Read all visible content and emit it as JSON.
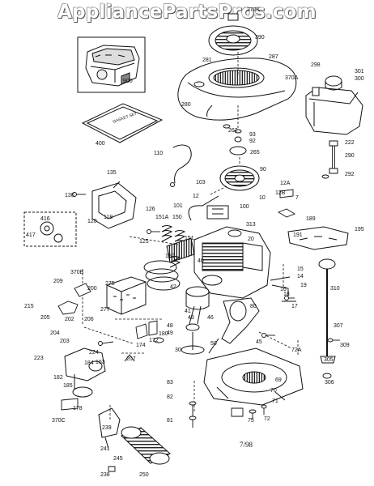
{
  "watermark": "AppliancePartsPros.com",
  "date_code": "7/98",
  "gasket_box_text": "GASKET SET",
  "colors": {
    "ink": "#111111",
    "paper": "#ffffff"
  },
  "parts": [
    {
      "id": "p370K",
      "label": "370K"
    },
    {
      "id": "p390",
      "label": "390"
    },
    {
      "id": "p281",
      "label": "281"
    },
    {
      "id": "p287",
      "label": "287"
    },
    {
      "id": "p370A",
      "label": "370A"
    },
    {
      "id": "p280",
      "label": "280"
    },
    {
      "id": "p298",
      "label": "298"
    },
    {
      "id": "p301",
      "label": "301"
    },
    {
      "id": "p300",
      "label": "300"
    },
    {
      "id": "p900",
      "label": "900"
    },
    {
      "id": "p400",
      "label": "400"
    },
    {
      "id": "p262",
      "label": "262"
    },
    {
      "id": "p93",
      "label": "93"
    },
    {
      "id": "p92",
      "label": "92"
    },
    {
      "id": "p265",
      "label": "265"
    },
    {
      "id": "p222",
      "label": "222"
    },
    {
      "id": "p290",
      "label": "290"
    },
    {
      "id": "p292",
      "label": "292"
    },
    {
      "id": "p110",
      "label": "110"
    },
    {
      "id": "p90",
      "label": "90"
    },
    {
      "id": "p135",
      "label": "135"
    },
    {
      "id": "p103",
      "label": "103"
    },
    {
      "id": "p12A",
      "label": "12A"
    },
    {
      "id": "p12B",
      "label": "12B"
    },
    {
      "id": "p7",
      "label": "7"
    },
    {
      "id": "p130",
      "label": "130"
    },
    {
      "id": "p12",
      "label": "12"
    },
    {
      "id": "p10",
      "label": "10"
    },
    {
      "id": "p101",
      "label": "101"
    },
    {
      "id": "p100",
      "label": "100"
    },
    {
      "id": "p118",
      "label": "118"
    },
    {
      "id": "p120",
      "label": "120"
    },
    {
      "id": "p126",
      "label": "126"
    },
    {
      "id": "p151A",
      "label": "151A"
    },
    {
      "id": "p150",
      "label": "150"
    },
    {
      "id": "p313",
      "label": "313"
    },
    {
      "id": "p20",
      "label": "20"
    },
    {
      "id": "p189",
      "label": "189"
    },
    {
      "id": "p416",
      "label": "416"
    },
    {
      "id": "p417",
      "label": "417"
    },
    {
      "id": "p125",
      "label": "125"
    },
    {
      "id": "p151",
      "label": "151"
    },
    {
      "id": "p191",
      "label": "191"
    },
    {
      "id": "p195",
      "label": "195"
    },
    {
      "id": "p370B",
      "label": "370B"
    },
    {
      "id": "p150b",
      "label": "150"
    },
    {
      "id": "p40",
      "label": "40"
    },
    {
      "id": "p209",
      "label": "209"
    },
    {
      "id": "p200",
      "label": "200"
    },
    {
      "id": "p275",
      "label": "275"
    },
    {
      "id": "p42",
      "label": "42"
    },
    {
      "id": "p15",
      "label": "15"
    },
    {
      "id": "p14",
      "label": "14"
    },
    {
      "id": "p19",
      "label": "19"
    },
    {
      "id": "p18",
      "label": "18"
    },
    {
      "id": "p16",
      "label": "16"
    },
    {
      "id": "p215",
      "label": "215"
    },
    {
      "id": "p205",
      "label": "205"
    },
    {
      "id": "p202",
      "label": "202"
    },
    {
      "id": "p206",
      "label": "206"
    },
    {
      "id": "p204",
      "label": "204"
    },
    {
      "id": "p203",
      "label": "203"
    },
    {
      "id": "p277",
      "label": "277"
    },
    {
      "id": "p41",
      "label": "41"
    },
    {
      "id": "p43",
      "label": "43"
    },
    {
      "id": "p46",
      "label": "46"
    },
    {
      "id": "p80",
      "label": "80"
    },
    {
      "id": "p17",
      "label": "17"
    },
    {
      "id": "p310",
      "label": "310"
    },
    {
      "id": "p48",
      "label": "48"
    },
    {
      "id": "p174",
      "label": "174"
    },
    {
      "id": "p172",
      "label": "172"
    },
    {
      "id": "p180",
      "label": "180"
    },
    {
      "id": "p307",
      "label": "307"
    },
    {
      "id": "p49",
      "label": "49"
    },
    {
      "id": "p45",
      "label": "45"
    },
    {
      "id": "p309",
      "label": "309"
    },
    {
      "id": "p223",
      "label": "223"
    },
    {
      "id": "p224",
      "label": "224"
    },
    {
      "id": "p207",
      "label": "207"
    },
    {
      "id": "p30",
      "label": "30"
    },
    {
      "id": "p50",
      "label": "50"
    },
    {
      "id": "p72A",
      "label": "72A"
    },
    {
      "id": "p182",
      "label": "182"
    },
    {
      "id": "p184",
      "label": "184"
    },
    {
      "id": "p305",
      "label": "305"
    },
    {
      "id": "p306",
      "label": "306"
    },
    {
      "id": "p69",
      "label": "69"
    },
    {
      "id": "p163",
      "label": "163"
    },
    {
      "id": "p83",
      "label": "83"
    },
    {
      "id": "p185",
      "label": "185"
    },
    {
      "id": "p70",
      "label": "70"
    },
    {
      "id": "p178",
      "label": "178"
    },
    {
      "id": "p82",
      "label": "82"
    },
    {
      "id": "p71",
      "label": "71"
    },
    {
      "id": "p370C",
      "label": "370C"
    },
    {
      "id": "p239",
      "label": "239"
    },
    {
      "id": "p81",
      "label": "81"
    },
    {
      "id": "p75",
      "label": "75"
    },
    {
      "id": "p72",
      "label": "72"
    },
    {
      "id": "p241",
      "label": "241"
    },
    {
      "id": "p245",
      "label": "245"
    },
    {
      "id": "p238",
      "label": "238"
    },
    {
      "id": "p250",
      "label": "250"
    }
  ]
}
